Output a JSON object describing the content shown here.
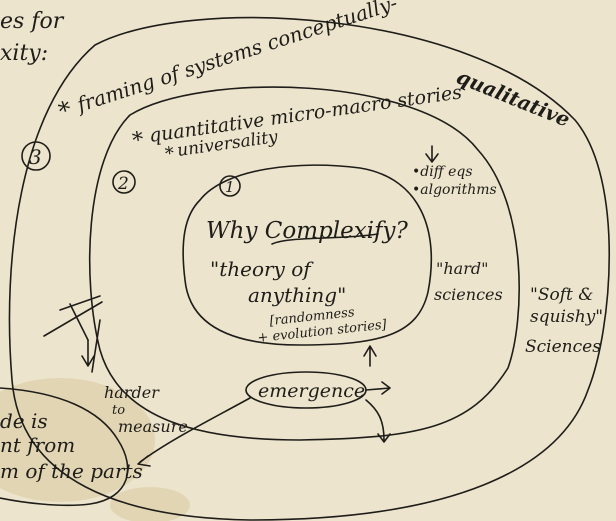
{
  "title": "Why Complexify?",
  "corner_note": {
    "line1": "es for",
    "line2": "xity:"
  },
  "ring3": {
    "number": "3",
    "label_a": "framing of systems conceptually-",
    "label_b": "qualitative",
    "side_label": "\"soft & squishy\" sciences",
    "side_lines": [
      "\"Soft &",
      "squishy\"",
      "Sciences"
    ]
  },
  "ring2": {
    "number": "2",
    "label_a": "quantitative micro-macro stories",
    "label_b": "universality",
    "sub_items": [
      "•diff eqs",
      "•algorithms"
    ],
    "side_lines": [
      "\"hard\"",
      "sciences"
    ]
  },
  "ring1": {
    "number": "1",
    "title": "Why Complexify?",
    "quote_lines": [
      "\"theory of",
      "anything\""
    ],
    "bracket_lines": [
      "[randomness",
      "+ evolution stories]"
    ]
  },
  "emergence": "emergence",
  "harder_note": [
    "harder",
    "to",
    "measure"
  ],
  "left_note": [
    "de is",
    "nt from",
    "m of the parts"
  ]
}
